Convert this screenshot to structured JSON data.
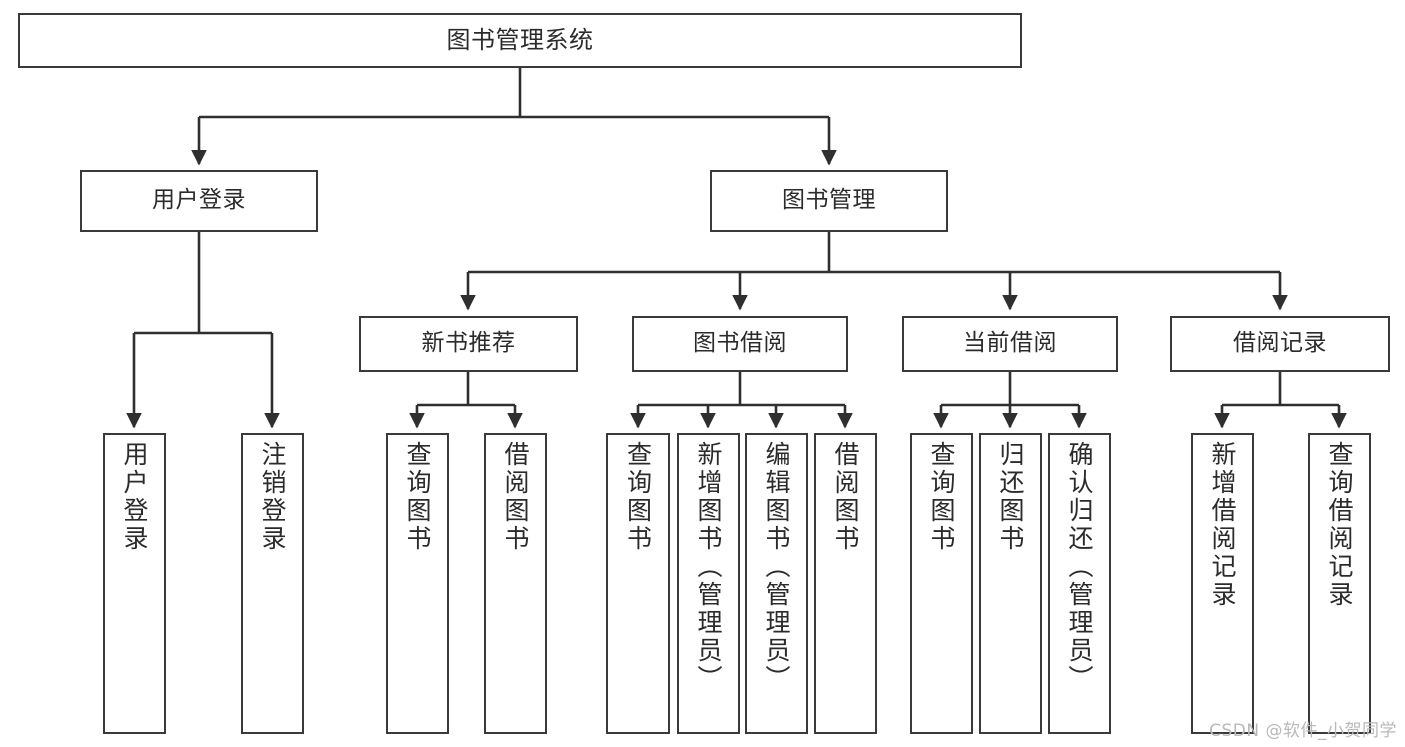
{
  "diagram": {
    "type": "tree",
    "title": "图书管理系统",
    "colors": {
      "background": "#ffffff",
      "node_border": "#3a3a3a",
      "node_fill": "#ffffff",
      "edge": "#2f2f2f",
      "text": "#2b2b2b",
      "watermark": "#b9b9b9"
    },
    "watermark": "CSDN @软件_小贺同学",
    "root": {
      "id": "root",
      "label": "图书管理系统"
    },
    "level1": [
      {
        "id": "user-login",
        "label": "用户登录"
      },
      {
        "id": "book-manage",
        "label": "图书管理"
      }
    ],
    "level2": [
      {
        "id": "new-book-recommend",
        "label": "新书推荐",
        "parent": "book-manage"
      },
      {
        "id": "book-borrow",
        "label": "图书借阅",
        "parent": "book-manage"
      },
      {
        "id": "current-borrow",
        "label": "当前借阅",
        "parent": "book-manage"
      },
      {
        "id": "borrow-record",
        "label": "借阅记录",
        "parent": "book-manage"
      }
    ],
    "leaves": [
      {
        "id": "leaf-user-login",
        "label": "用户登录",
        "parent": "user-login"
      },
      {
        "id": "leaf-user-logout",
        "label": "注销登录",
        "parent": "user-login"
      },
      {
        "id": "leaf-query-book-1",
        "label": "查询图书",
        "parent": "new-book-recommend"
      },
      {
        "id": "leaf-borrow-book-1",
        "label": "借阅图书",
        "parent": "new-book-recommend"
      },
      {
        "id": "leaf-query-book-2",
        "label": "查询图书",
        "parent": "book-borrow"
      },
      {
        "id": "leaf-add-book",
        "label": "新增图书（管理员）",
        "parent": "book-borrow"
      },
      {
        "id": "leaf-edit-book",
        "label": "编辑图书（管理员）",
        "parent": "book-borrow"
      },
      {
        "id": "leaf-borrow-book-2",
        "label": "借阅图书",
        "parent": "book-borrow"
      },
      {
        "id": "leaf-query-book-3",
        "label": "查询图书",
        "parent": "current-borrow"
      },
      {
        "id": "leaf-return-book",
        "label": "归还图书",
        "parent": "current-borrow"
      },
      {
        "id": "leaf-confirm-return",
        "label": "确认归还（管理员）",
        "parent": "current-borrow"
      },
      {
        "id": "leaf-add-record",
        "label": "新增借阅记录",
        "parent": "borrow-record"
      },
      {
        "id": "leaf-query-record",
        "label": "查询借阅记录",
        "parent": "borrow-record"
      }
    ]
  }
}
